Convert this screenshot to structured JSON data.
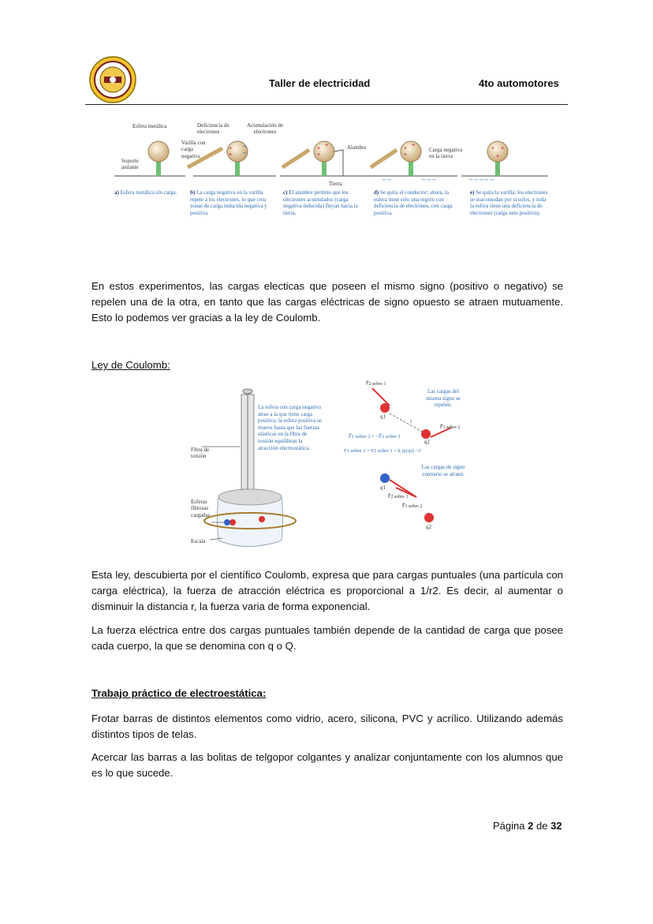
{
  "header": {
    "title": "Taller de electricidad",
    "course": "4to automotores"
  },
  "figure1": {
    "labels": {
      "metal_sphere": "Esfera metálica",
      "insulating_support": "Soporte aislante",
      "electron_deficiency": "Deficiencia de electrones",
      "electron_accumulation": "Acumulación de electrones",
      "charged_rod": "Varilla con carga negativa",
      "wire": "Alambre",
      "ground": "Tierra",
      "negative_charge_ground": "Carga negativa en la tierra"
    },
    "captions": [
      {
        "letter": "a)",
        "text": "Esfera metálica sin carga."
      },
      {
        "letter": "b)",
        "text": "La carga negativa en la varilla repele a los electrones, lo que crea zonas de carga inducida negativa y positiva."
      },
      {
        "letter": "c)",
        "text": "El alambre permite que los electrones acumulados (carga negativa inducida) fluyan hacia la tierra."
      },
      {
        "letter": "d)",
        "text": "Se quita el conductor; ahora, la esfera tiene sólo una región con deficiencia de electrones, con carga positiva."
      },
      {
        "letter": "e)",
        "text": "Se quita la varilla; los electrones se reacomodan por sí solos, y toda la esfera tiene una deficiencia de electrones (carga neta positiva)."
      }
    ]
  },
  "paragraph1": "En estos experimentos, las cargas electicas que poseen el mismo signo (positivo o negativo) se repelen una de la otra, en tanto que las cargas eléctricas de signo opuesto se atraen mutuamente. Esto lo podemos ver gracias a la ley de Coulomb.",
  "coulomb_heading": "Ley de Coulomb:",
  "figure2": {
    "description": "La esfera con carga negativa atrae a la que tiene carga positiva; la esfera positiva se mueve hasta que las fuerzas elásticas en la fibra de torsión equilibran la atracción electrostática.",
    "torsion_fiber": "Fibra de torsión",
    "spheres": "Esferas fibrosas cargadas",
    "scale": "Escala",
    "same_sign": "Las cargas del mismo signo se repelen.",
    "opposite_sign": "Las cargas de signo contrario se atraen.",
    "f21": "F⃗2 sobre 1",
    "f12": "F⃗1 sobre 2",
    "q1": "q1",
    "q2": "q2",
    "r": "r",
    "eq1": "F⃗1 sobre 2 = −F⃗2 sobre 1",
    "eq2": "F1 sobre 2 = F2 sobre 1 = k |q1q2| / r²"
  },
  "paragraph2": "Esta ley, descubierta por el científico Coulomb, expresa que para cargas puntuales (una partícula con carga eléctrica), la fuerza de atracción eléctrica es proporcional a 1/r2. Es decir, al aumentar o disminuir la distancia r, la fuerza varia de forma exponencial.",
  "paragraph3": "La fuerza eléctrica entre dos cargas puntuales también depende de la cantidad de carga que posee cada cuerpo, la que se denomina con q o Q.",
  "practical_heading": "Trabajo práctico de electroestática:",
  "paragraph4": "Frotar barras de distintos elementos como vidrio, acero, silicona, PVC y acrílico. Utilizando además distintos tipos de telas.",
  "paragraph5": "Acercar las barras a las bolitas de telgopor colgantes y analizar conjuntamente con los alumnos que es lo que sucede.",
  "footer": {
    "page_word": "Página",
    "current": "2",
    "of_word": "de",
    "total": "32"
  }
}
